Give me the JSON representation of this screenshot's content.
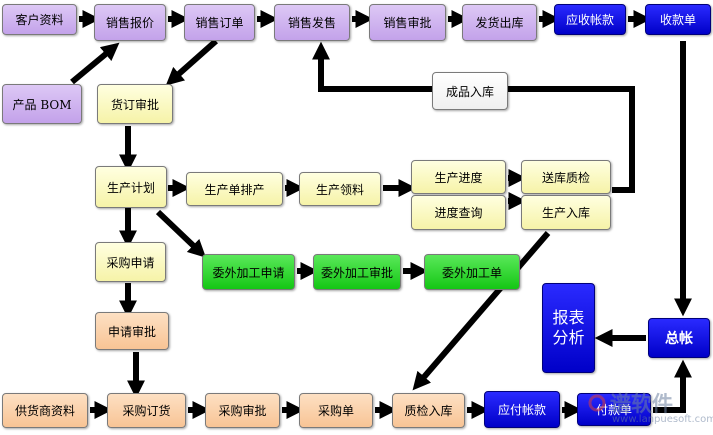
{
  "nodes": {
    "customer_info": "客户资料",
    "sales_quote": "销售报价",
    "sales_order": "销售订单",
    "sales_invoice": "销售发售",
    "sales_approval": "销售审批",
    "shipping_out": "发货出库",
    "receivable_account": "应收帐款",
    "receipt_voucher": "收款单",
    "product_bom": "产品 BOM",
    "order_approval": "货订审批",
    "finished_goods_in": "成品入库",
    "production_plan": "生产计划",
    "production_schedule": "生产单排产",
    "production_material": "生产领料",
    "production_progress": "生产进度",
    "progress_query": "进度查询",
    "warehouse_qc": "送库质检",
    "production_in": "生产入库",
    "purchase_request": "采购申请",
    "outsource_request": "委外加工申请",
    "outsource_approval": "委外加工审批",
    "outsource_order": "委外加工单",
    "request_approval": "申请审批",
    "report_analysis": "报表分析",
    "general_ledger": "总帐",
    "supplier_info": "供货商资料",
    "purchase_order": "采购订货",
    "purchase_approval": "采购审批",
    "purchase_voucher": "采购单",
    "qc_in": "质检入库",
    "payable_account": "应付帐款",
    "payment_voucher": "付款单"
  },
  "watermark": {
    "text": "谱软件",
    "url": "www.lanpuesoft.com"
  },
  "colors": {
    "purple": "#c3a2ea",
    "yellow": "#f6f3a8",
    "green": "#14c714",
    "orange": "#f8c495",
    "blue": "#0000c8",
    "arrow": "#000000"
  }
}
